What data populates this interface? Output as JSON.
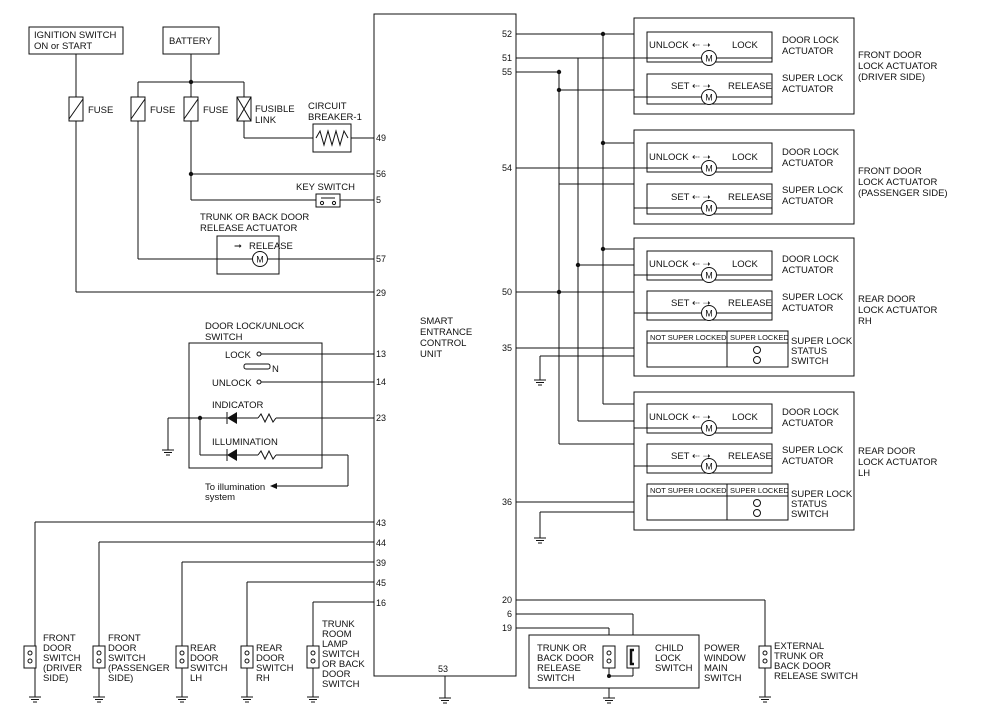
{
  "power": {
    "ignition": [
      "IGNITION SWITCH",
      "ON or START"
    ],
    "battery": "BATTERY",
    "fuse": "FUSE",
    "fusible_link": [
      "FUSIBLE",
      "LINK"
    ],
    "breaker": [
      "CIRCUIT",
      "BREAKER-1"
    ],
    "key_switch": "KEY SWITCH",
    "trunk_actuator": [
      "TRUNK OR BACK DOOR",
      "RELEASE ACTUATOR"
    ],
    "release": "RELEASE"
  },
  "unit": [
    "SMART",
    "ENTRANCE",
    "CONTROL",
    "UNIT"
  ],
  "pins_left": {
    "p49": "49",
    "p56": "56",
    "p5": "5",
    "p57": "57",
    "p29": "29",
    "p13": "13",
    "p14": "14",
    "p23": "23",
    "p43": "43",
    "p44": "44",
    "p39": "39",
    "p45": "45",
    "p16": "16"
  },
  "pins_right": {
    "p52": "52",
    "p51": "51",
    "p55": "55",
    "p54": "54",
    "p50": "50",
    "p35": "35",
    "p36": "36",
    "p20": "20",
    "p6": "6",
    "p19": "19"
  },
  "pin_bottom": "53",
  "lock_switch": {
    "title": [
      "DOOR LOCK/UNLOCK",
      "SWITCH"
    ],
    "lock": "LOCK",
    "n": "N",
    "unlock": "UNLOCK",
    "indicator": "INDICATOR",
    "illumination": "ILLUMINATION",
    "to_illum": [
      "To illumination",
      "system"
    ]
  },
  "actuators": {
    "unlock": "UNLOCK",
    "lock": "LOCK",
    "set": "SET",
    "release": "RELEASE",
    "door_lock_actuator": [
      "DOOR LOCK",
      "ACTUATOR"
    ],
    "super_lock_actuator": [
      "SUPER LOCK",
      "ACTUATOR"
    ],
    "front_driver": [
      "FRONT DOOR",
      "LOCK ACTUATOR",
      "(DRIVER SIDE)"
    ],
    "front_passenger": [
      "FRONT DOOR",
      "LOCK ACTUATOR",
      "(PASSENGER SIDE)"
    ],
    "rear_rh": [
      "REAR DOOR",
      "LOCK ACTUATOR",
      "RH"
    ],
    "rear_lh": [
      "REAR DOOR",
      "LOCK ACTUATOR",
      "LH"
    ],
    "not_super_locked": "NOT SUPER LOCKED",
    "super_locked": "SUPER LOCKED",
    "status_switch": [
      "SUPER LOCK",
      "STATUS",
      "SWITCH"
    ]
  },
  "bottom_switches": {
    "front_driver": [
      "FRONT",
      "DOOR",
      "SWITCH",
      "(DRIVER",
      "SIDE)"
    ],
    "front_passenger": [
      "FRONT",
      "DOOR",
      "SWITCH",
      "(PASSENGER",
      "SIDE)"
    ],
    "rear_lh": [
      "REAR",
      "DOOR",
      "SWITCH",
      "LH"
    ],
    "rear_rh": [
      "REAR",
      "DOOR",
      "SWITCH",
      "RH"
    ],
    "trunk_lamp": [
      "TRUNK",
      "ROOM",
      "LAMP",
      "SWITCH",
      "OR BACK",
      "DOOR",
      "SWITCH"
    ],
    "trunk_release": [
      "TRUNK OR",
      "BACK DOOR",
      "RELEASE",
      "SWITCH"
    ],
    "child_lock": [
      "CHILD",
      "LOCK",
      "SWITCH"
    ],
    "power_window": [
      "POWER",
      "WINDOW",
      "MAIN",
      "SWITCH"
    ],
    "external": [
      "EXTERNAL",
      "TRUNK OR",
      "BACK DOOR",
      "RELEASE SWITCH"
    ]
  }
}
